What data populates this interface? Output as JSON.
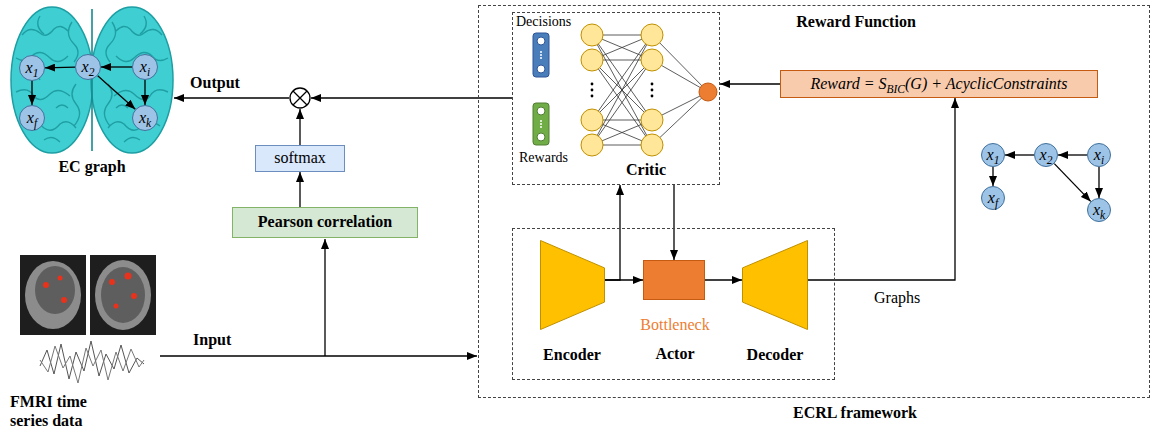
{
  "diagram": {
    "nodes": [
      {
        "text": [
          "x1"
        ]
      },
      {
        "text": [
          "x2"
        ]
      },
      {
        "text": [
          "xi"
        ]
      },
      {
        "text": [
          "xf"
        ]
      },
      {
        "text": [
          "xk"
        ]
      },
      {
        "text": [
          "ECRL framework"
        ]
      },
      {
        "text": [
          "Critic"
        ],
        "in": 5
      },
      {
        "text": [
          "Reward Function",
          "Reward = SBIC(G) + AcyclicConstraints"
        ],
        "in": 5
      },
      {
        "text": [
          "Actor"
        ],
        "in": 5
      },
      {
        "text": [
          "Encoder"
        ],
        "in": 8
      },
      {
        "text": [
          "Bottleneck"
        ],
        "in": 8
      },
      {
        "text": [
          "Decoder"
        ],
        "in": 8
      },
      {
        "text": [
          "x1"
        ],
        "in": 5
      },
      {
        "text": [
          "x2"
        ],
        "in": 5
      },
      {
        "text": [
          "xi"
        ],
        "in": 5
      },
      {
        "text": [
          "xf"
        ],
        "in": 5
      },
      {
        "text": [
          "xk"
        ],
        "in": 5
      },
      {
        "text": [
          "Pearson correlation"
        ]
      },
      {
        "text": [
          "softmax"
        ]
      }
    ],
    "edges": [
      {
        "from": 1,
        "to": 0,
        "arrow": "to"
      },
      {
        "from": 2,
        "to": 1,
        "arrow": "to"
      },
      {
        "from": 0,
        "to": 3,
        "arrow": "to"
      },
      {
        "from": 1,
        "to": 4,
        "arrow": "to"
      },
      {
        "from": 2,
        "to": 4,
        "arrow": "to"
      },
      {
        "from": 13,
        "to": 12,
        "arrow": "to"
      },
      {
        "from": 14,
        "to": 13,
        "arrow": "to"
      },
      {
        "from": 12,
        "to": 15,
        "arrow": "to"
      },
      {
        "from": 13,
        "to": 16,
        "arrow": "to"
      },
      {
        "from": 14,
        "to": 16,
        "arrow": "to"
      },
      {
        "from": 17,
        "to": 18,
        "arrow": "to"
      },
      {
        "from": 7,
        "to": 6,
        "arrow": "to"
      },
      {
        "from": 9,
        "to": 6,
        "arrow": "to"
      },
      {
        "from": 6,
        "to": 10,
        "arrow": "to"
      },
      {
        "from": 9,
        "to": 10,
        "arrow": "to"
      },
      {
        "from": 10,
        "to": 11,
        "arrow": "to"
      },
      {
        "from": 11,
        "to": 7,
        "arrow": "to",
        "label": "Graphs"
      }
    ],
    "labels": [
      "EC graph",
      "Output",
      "Decisions",
      "Rewards",
      "Input",
      "FMRI time series data"
    ]
  }
}
